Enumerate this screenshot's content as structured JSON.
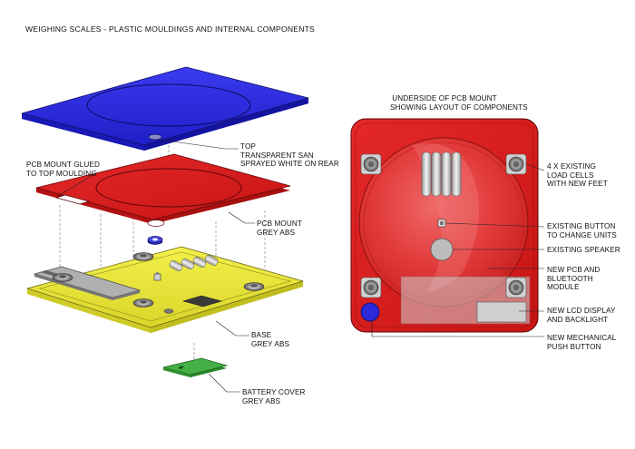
{
  "title": "WEIGHING SCALES - PLASTIC MOULDINGS AND INTERNAL COMPONENTS",
  "colors": {
    "top_moulding": "#2a2ae0",
    "pcb_mount": "#d81c1c",
    "base": "#ece93a",
    "battery_cover": "#3aa53a",
    "push_button": "#2a2ad8"
  },
  "exploded_view": {
    "labels": {
      "top": [
        "TOP",
        "TRANSPARENT SAN",
        "SPRAYED WHITE ON REAR"
      ],
      "pcb_glued": [
        "PCB MOUNT GLUED",
        "TO TOP MOULDING"
      ],
      "pcb_mount": [
        "PCB MOUNT",
        "GREY ABS"
      ],
      "base": [
        "BASE",
        "GREY ABS"
      ],
      "battery_cover": [
        "BATTERY COVER",
        "GREY ABS"
      ]
    }
  },
  "underside_view": {
    "heading": [
      "UNDERSIDE OF PCB MOUNT",
      "SHOWING LAYOUT OF COMPONENTS"
    ],
    "labels": {
      "load_cells": [
        "4 x EXISTING",
        "LOAD CELLS",
        "WITH NEW FEET"
      ],
      "existing_button": [
        "EXISTING BUTTON",
        "TO CHANGE UNITS"
      ],
      "speaker": [
        "EXISTING SPEAKER"
      ],
      "new_pcb": [
        "NEW PCB AND",
        "BLUETOOTH",
        "MODULE"
      ],
      "lcd": [
        "NEW LCD DISPLAY",
        "AND BACKLIGHT"
      ],
      "push_button": [
        "NEW MECHANICAL",
        "PUSH BUTTON"
      ]
    }
  }
}
